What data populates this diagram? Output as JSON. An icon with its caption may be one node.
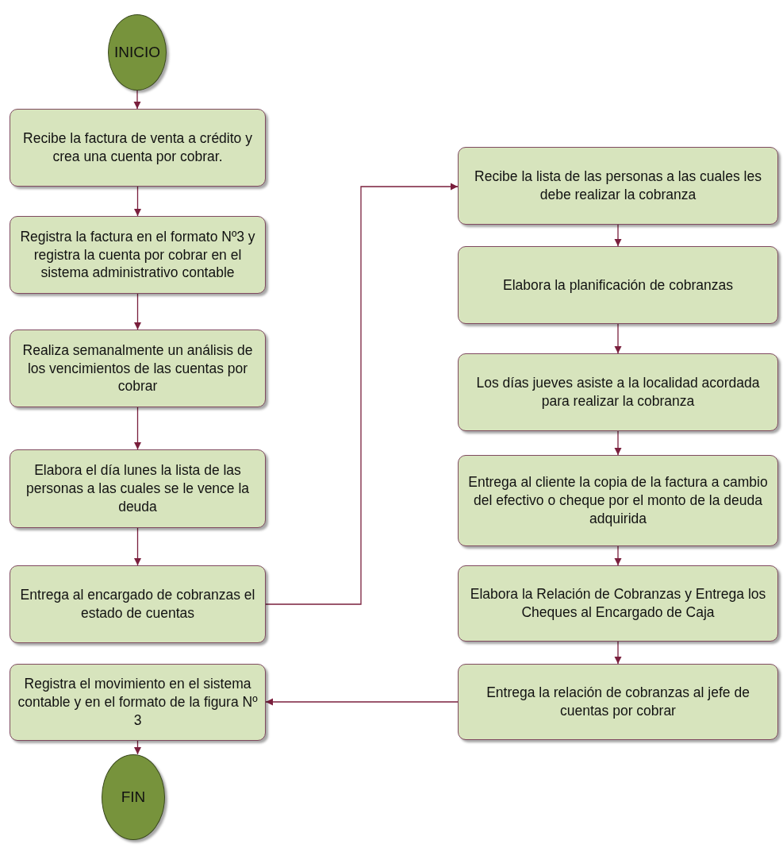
{
  "diagram": {
    "nodes": [
      {
        "text": [
          "INICIO"
        ]
      },
      {
        "text": [
          "Recibe la factura de venta a crédito y crea una cuenta por cobrar."
        ]
      },
      {
        "text": [
          "Registra la factura en el formato Nº3 y registra la cuenta por cobrar en el sistema administrativo contable"
        ]
      },
      {
        "text": [
          "Realiza semanalmente un análisis de los vencimientos de las cuentas por cobrar"
        ]
      },
      {
        "text": [
          "Elabora el día lunes la lista de las personas a las cuales se le vence la deuda"
        ]
      },
      {
        "text": [
          "Entrega al encargado de cobranzas el estado de cuentas"
        ]
      },
      {
        "text": [
          "Registra el movimiento en el sistema contable y en el formato de la figura Nº 3"
        ]
      },
      {
        "text": [
          "FIN"
        ]
      },
      {
        "text": [
          "Recibe la lista de las personas a las cuales les debe realizar la cobranza"
        ]
      },
      {
        "text": [
          "Elabora la planificación de cobranzas"
        ]
      },
      {
        "text": [
          "Los días jueves asiste a la localidad acordada para realizar la cobranza"
        ]
      },
      {
        "text": [
          "Entrega al cliente la copia de la factura a cambio del efectivo o cheque por el monto de la deuda adquirida"
        ]
      },
      {
        "text": [
          "Elabora la Relación de Cobranzas y Entrega los Cheques al Encargado de Caja"
        ]
      },
      {
        "text": [
          "Entrega la relación de cobranzas al jefe de cuentas por cobrar"
        ]
      }
    ],
    "edges": [
      {
        "from": 0,
        "to": 1,
        "arrow": "to"
      },
      {
        "from": 1,
        "to": 2,
        "arrow": "to"
      },
      {
        "from": 2,
        "to": 3,
        "arrow": "to"
      },
      {
        "from": 3,
        "to": 4,
        "arrow": "to"
      },
      {
        "from": 4,
        "to": 5,
        "arrow": "to"
      },
      {
        "from": 5,
        "to": 8,
        "arrow": "to"
      },
      {
        "from": 8,
        "to": 9,
        "arrow": "to"
      },
      {
        "from": 9,
        "to": 10,
        "arrow": "to"
      },
      {
        "from": 10,
        "to": 11,
        "arrow": "to"
      },
      {
        "from": 11,
        "to": 12,
        "arrow": "to"
      },
      {
        "from": 12,
        "to": 13,
        "arrow": "to"
      },
      {
        "from": 13,
        "to": 6,
        "arrow": "to"
      },
      {
        "from": 6,
        "to": 7,
        "arrow": "to"
      }
    ]
  }
}
